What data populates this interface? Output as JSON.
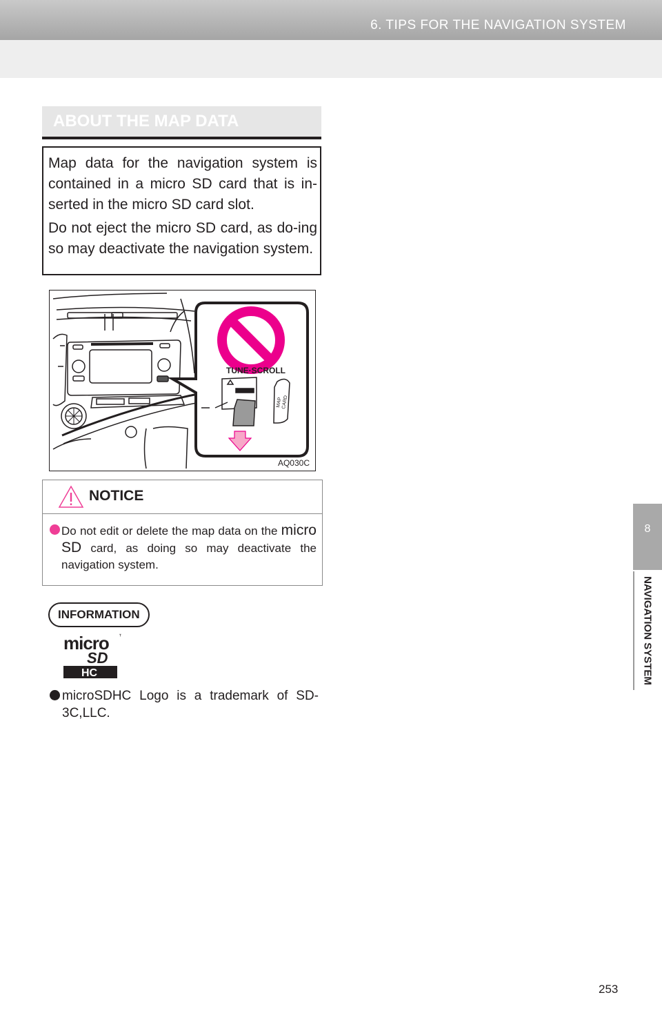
{
  "header": {
    "section_title": "6. TIPS FOR THE NAVIGATION SYSTEM"
  },
  "side_tab": {
    "chapter_number": "8",
    "chapter_label": "NAVIGATION SYSTEM"
  },
  "section": {
    "heading": "ABOUT THE MAP DATA",
    "paragraphs": [
      "Map data for the navigation system is contained in a micro SD card that is in-serted in the micro SD card slot.",
      "Do not eject the micro SD card, as do-ing so may deactivate the navigation system."
    ]
  },
  "figure": {
    "panel_label": "TUNE·SCROLL",
    "card_label_1": "MAP",
    "card_label_2": "CARD",
    "code": "AQ030C",
    "prohibition_color": "#ec008c"
  },
  "notice": {
    "heading": "NOTICE",
    "text_before": "Do not edit or delete the map data on the ",
    "text_emphasis": "micro SD",
    "text_after": " card, as doing so may deactivate the navigation system.",
    "accent_color": "#ef3e96"
  },
  "information": {
    "heading": "INFORMATION",
    "logo_text_1": "micro",
    "logo_text_2": "SD",
    "logo_text_3": "HC",
    "logo_tm": "™",
    "text": "microSDHC Logo is a trademark of SD-3C,LLC."
  },
  "footer": {
    "page_number": "253"
  }
}
